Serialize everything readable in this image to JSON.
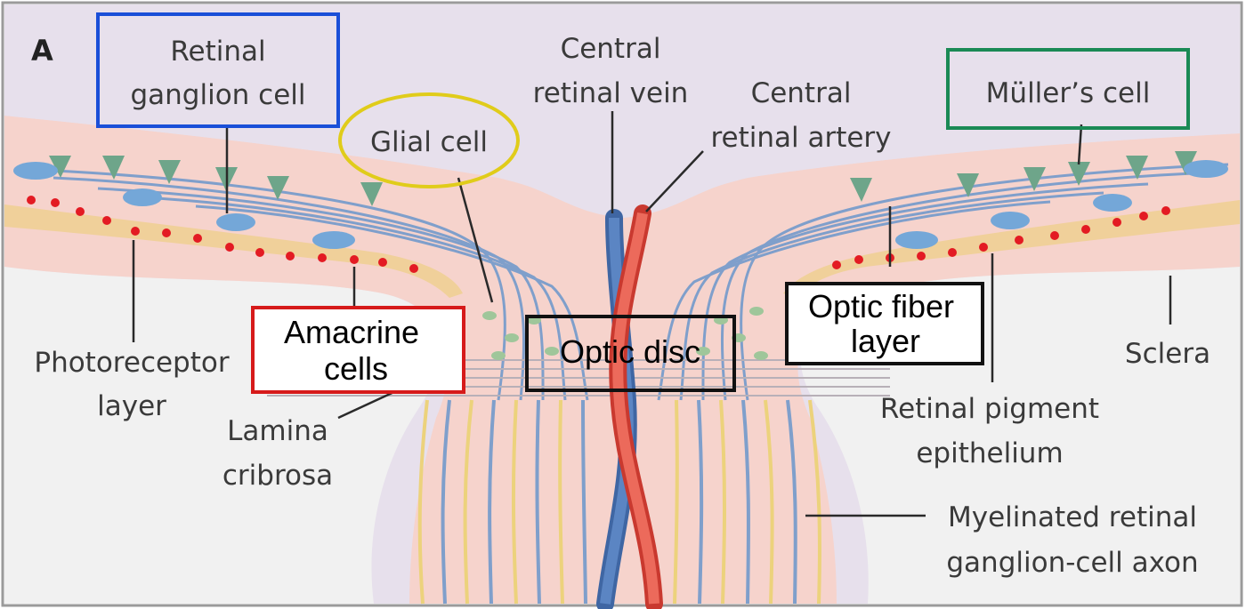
{
  "panel_letter": "A",
  "labels": {
    "retinal_ganglion_cell": [
      "Retinal",
      "ganglion cell"
    ],
    "glial_cell": "Glial cell",
    "central_retinal_vein": [
      "Central",
      "retinal vein"
    ],
    "central_retinal_artery": [
      "Central",
      "retinal artery"
    ],
    "muller_cell": "Müller’s cell",
    "photoreceptor_layer": [
      "Photoreceptor",
      "layer"
    ],
    "amacrine_cells": [
      "Amacrine",
      "cells"
    ],
    "lamina_cribrosa": [
      "Lamina",
      "cribrosa"
    ],
    "optic_disc": "Optic disc",
    "optic_fiber_layer": [
      "Optic fiber",
      "layer"
    ],
    "sclera": "Sclera",
    "retinal_pigment_epithelium": [
      "Retinal pigment",
      "epithelium"
    ],
    "myelinated_axon": [
      "Myelinated retinal",
      "ganglion-cell axon"
    ]
  },
  "highlight_colors": {
    "retinal_ganglion_cell_box": "#1a4fd8",
    "glial_cell_ellipse": "#e0cc1a",
    "muller_cell_box": "#1a8a55",
    "amacrine_cells_box": "#d61a1a",
    "optic_disc_box": "#111111",
    "optic_fiber_layer_box": "#111111"
  },
  "tissue_colors": {
    "vitreous": "#e7e0ec",
    "retina": "#f6d3cc",
    "pigment_band": "#f0d09a",
    "sclera": "#f1f1f1",
    "vein": "#4f77b3",
    "artery": "#e8574a",
    "nerve_fiber": "#7f9fcb",
    "myelinated_axon": "#ecd27c",
    "amacrine_dot": "#e31b23",
    "ganglion_cell": "#6ea58a",
    "muller_nucleus": "#74a7d8"
  }
}
